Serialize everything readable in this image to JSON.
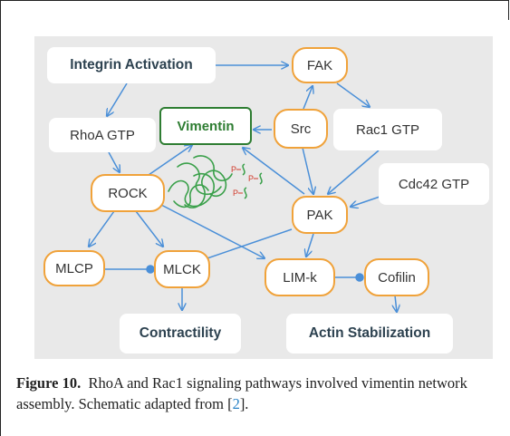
{
  "nodes": {
    "integrin": "Integrin Activation",
    "fak": "FAK",
    "rhoa": "RhoA GTP",
    "vimentin": "Vimentin",
    "src": "Src",
    "rac1": "Rac1 GTP",
    "rock": "ROCK",
    "cdc42": "Cdc42 GTP",
    "pak": "PAK",
    "mlcp": "MLCP",
    "mlck": "MLCK",
    "limk": "LIM-k",
    "cofilin": "Cofilin",
    "contractility": "Contractility",
    "actin": "Actin Stabilization"
  },
  "phospho_label": "P",
  "colors": {
    "arrow": "#4a8fd8",
    "node_border": "#f0a23a",
    "vimentin": "#2e7d32",
    "filament": "#3aa04a",
    "phospho": "#d13a2a",
    "panel": "#e9e9e9"
  },
  "caption": {
    "label": "Figure 10.",
    "text_before_ref": "RhoA and Rac1 signaling pathways involved vimentin network assembly. Schematic adapted from [",
    "ref": "2",
    "text_after_ref": "]."
  }
}
